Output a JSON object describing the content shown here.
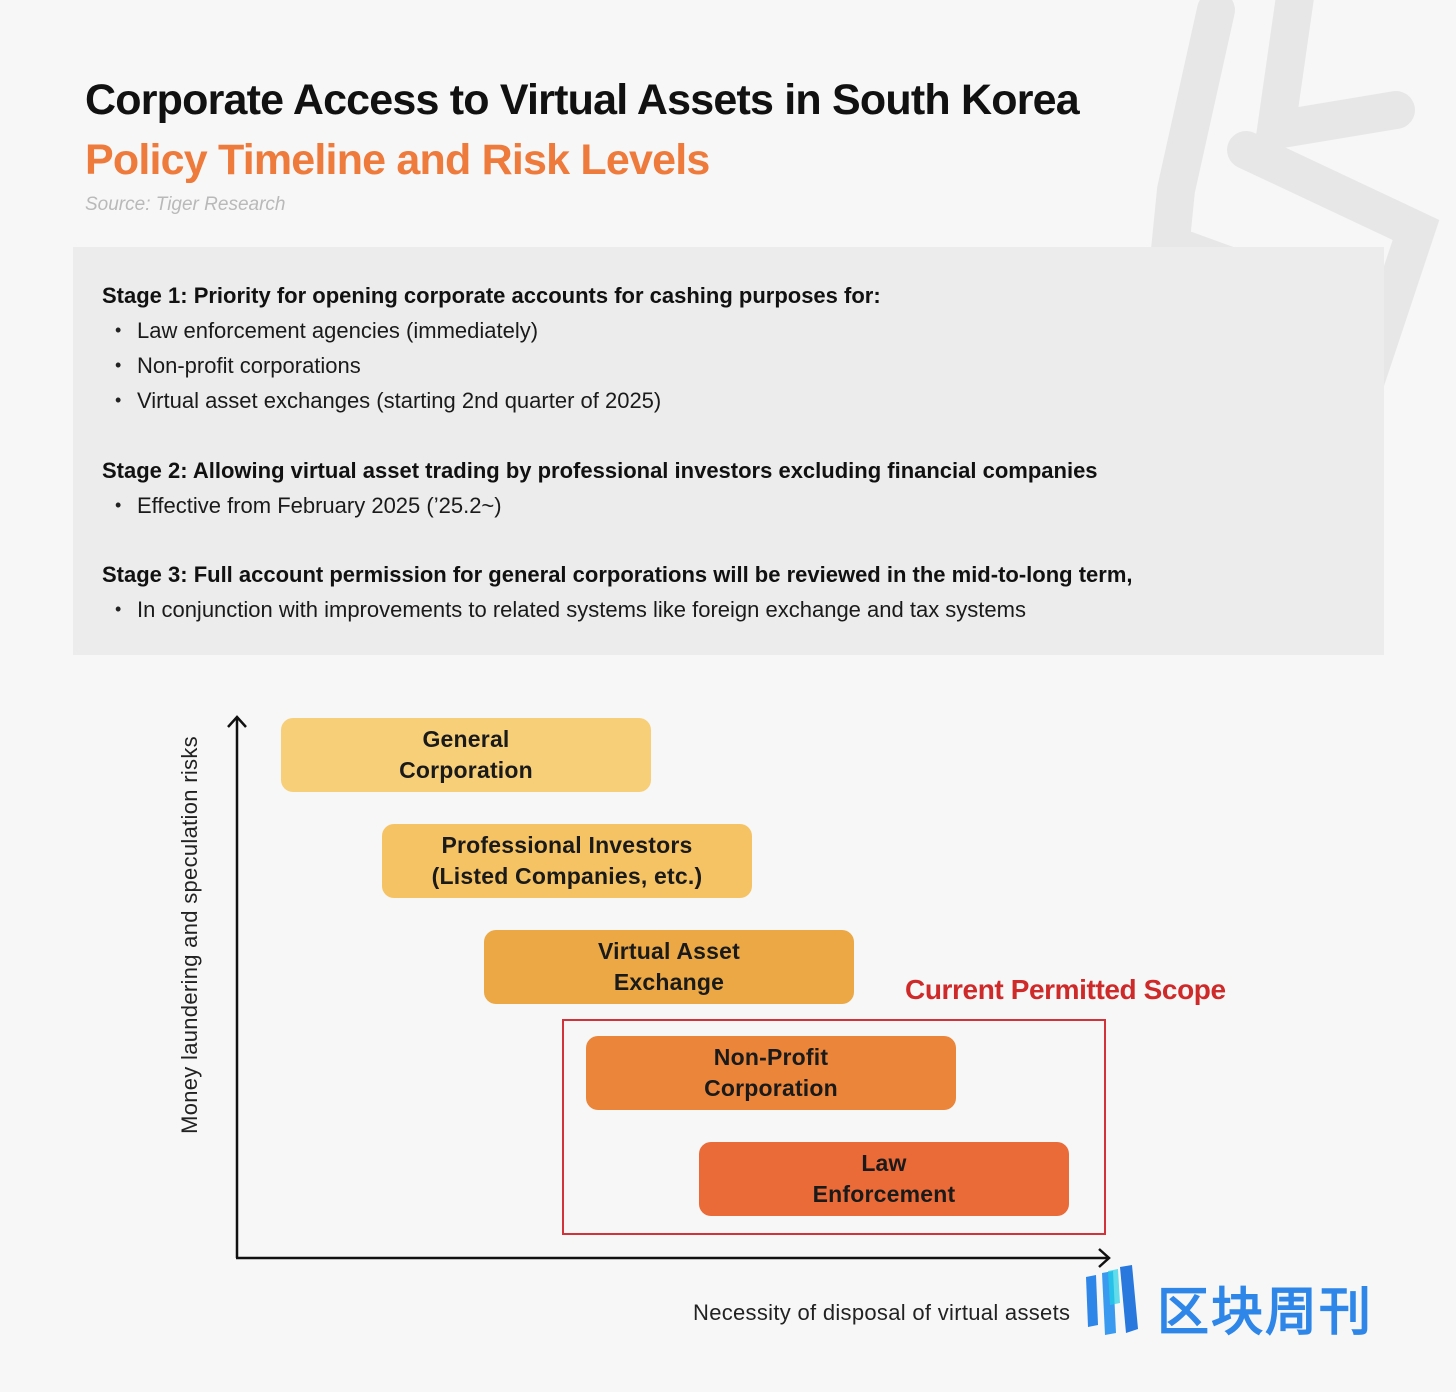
{
  "header": {
    "title": "Corporate Access to Virtual Assets in South Korea",
    "subtitle": "Policy Timeline and Risk Levels",
    "source": "Source: Tiger Research"
  },
  "stages": [
    {
      "heading": "Stage 1: Priority for opening corporate accounts for cashing purposes for:",
      "bullets": [
        "Law enforcement agencies (immediately)",
        "Non-profit corporations",
        "Virtual asset exchanges (starting 2nd quarter of 2025)"
      ]
    },
    {
      "heading": "Stage 2: Allowing virtual asset trading by professional investors excluding financial companies",
      "bullets": [
        "Effective from February 2025 (’25.2~)"
      ]
    },
    {
      "heading": "Stage 3: Full account permission for general corporations will be reviewed in the mid-to-long term,",
      "bullets": [
        "In conjunction with improvements to related systems like foreign exchange and tax systems"
      ]
    }
  ],
  "diagram": {
    "y_axis_label": "Money laundering and speculation risks",
    "x_axis_label": "Necessity of disposal of virtual assets",
    "scope_label": "Current Permitted Scope",
    "scope_color": "#d2323a",
    "boxes": [
      {
        "label": "General\nCorporation",
        "color": "#f7cf78"
      },
      {
        "label": "Professional Investors\n(Listed Companies, etc.)",
        "color": "#f5c363"
      },
      {
        "label": "Virtual Asset\nExchange",
        "color": "#eba845"
      },
      {
        "label": "Non-Profit\nCorporation",
        "color": "#ea853a"
      },
      {
        "label": "Law\nEnforcement",
        "color": "#ea6a38"
      }
    ]
  },
  "brand": {
    "text": "区块周刊",
    "color": "#2d86e8"
  }
}
